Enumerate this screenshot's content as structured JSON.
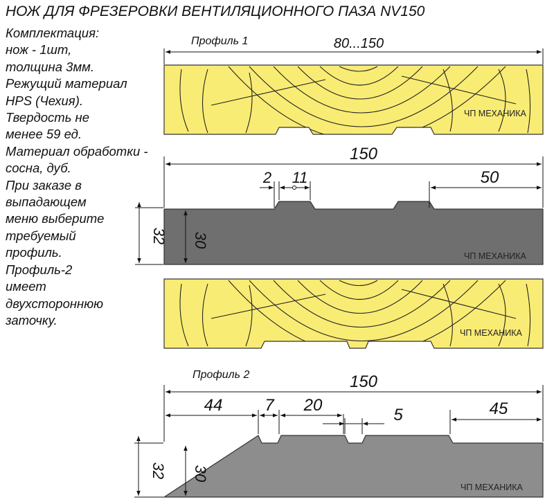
{
  "title": "НОЖ ДЛЯ ФРЕЗЕРОВКИ ВЕНТИЛЯЦИОННОГО ПАЗА NV150",
  "description_lines": [
    "Комплектация:",
    "нож - 1шт,",
    "толщина 3мм.",
    "Режущий материал",
    "HPS (Чехия).",
    "Твердость не",
    "менее 59 ед.",
    "Материал обработки -",
    "сосна, дуб.",
    "При заказе в",
    "выпадающем",
    "меню выберите",
    "требуемый",
    "профиль.",
    "Профиль-2",
    "имеет",
    "двухстороннюю",
    "заточку."
  ],
  "watermark": "ЧП МЕХАНИКА",
  "profile1": {
    "label": "Профиль 1",
    "width_range": "80...150",
    "overall_width": "150",
    "dim_gap": "2",
    "dim_ridge": "11",
    "dim_edge": "50",
    "height_total": "32",
    "height_body": "30"
  },
  "profile2": {
    "label": "Профиль 2",
    "overall_width": "150",
    "dim_left": "44",
    "dim_ridge": "7",
    "dim_mid": "20",
    "dim_small": "5",
    "dim_right": "45",
    "height_total": "32",
    "height_body": "30"
  },
  "colors": {
    "wood": "#f9ec74",
    "wood_grain": "#222222",
    "blade": "#6f6f6f",
    "blade2": "#8d8d8d",
    "outline": "#333333"
  }
}
